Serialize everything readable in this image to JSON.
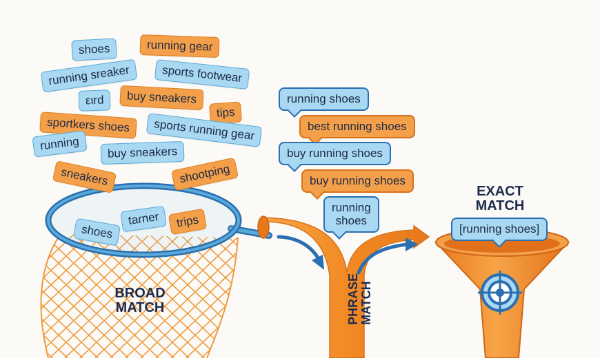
{
  "broad": {
    "title_line1": "BROAD",
    "title_line2": "MATCH",
    "keywords": [
      {
        "text": "shoes",
        "color": "blue"
      },
      {
        "text": "running gear",
        "color": "orange"
      },
      {
        "text": "running sreaker",
        "color": "blue"
      },
      {
        "text": "sports footwear",
        "color": "blue"
      },
      {
        "text": "ειrd",
        "color": "blue"
      },
      {
        "text": "buy sneakers",
        "color": "orange"
      },
      {
        "text": "tips",
        "color": "orange"
      },
      {
        "text": "sportkers shoes",
        "color": "orange"
      },
      {
        "text": "sports running gear",
        "color": "blue"
      },
      {
        "text": "running",
        "color": "blue"
      },
      {
        "text": "buy sneakers",
        "color": "blue"
      },
      {
        "text": "sneakers",
        "color": "orange"
      },
      {
        "text": "shootping",
        "color": "orange"
      }
    ],
    "net_items": [
      {
        "text": "shoes",
        "color": "blue"
      },
      {
        "text": "tarner",
        "color": "blue"
      },
      {
        "text": "trips",
        "color": "orange"
      }
    ]
  },
  "phrase": {
    "title_line1": "PHRASE",
    "title_line2": "MATCH",
    "bubbles": [
      {
        "text": "running shoes",
        "color": "blue"
      },
      {
        "text": "best running shoes",
        "color": "orange"
      },
      {
        "text": "buy running shoes",
        "color": "blue"
      },
      {
        "text": "buy running shoes",
        "color": "orange"
      },
      {
        "text_line1": "running",
        "text_line2": "shoes",
        "color": "blue"
      }
    ]
  },
  "exact": {
    "title_line1": "EXACT",
    "title_line2": "MATCH",
    "bubble": "[running shoes]"
  },
  "colors": {
    "blue_fill": "#a9d8f3",
    "blue_border": "#2a6fb0",
    "orange_fill": "#f4a04a",
    "orange_border": "#d9711a",
    "pipe_orange": "#f28a24",
    "heading_navy": "#1d2b4f"
  },
  "icons": [
    "net-icon",
    "pipe-icon",
    "funnel-icon",
    "target-icon",
    "arrow-icon"
  ]
}
